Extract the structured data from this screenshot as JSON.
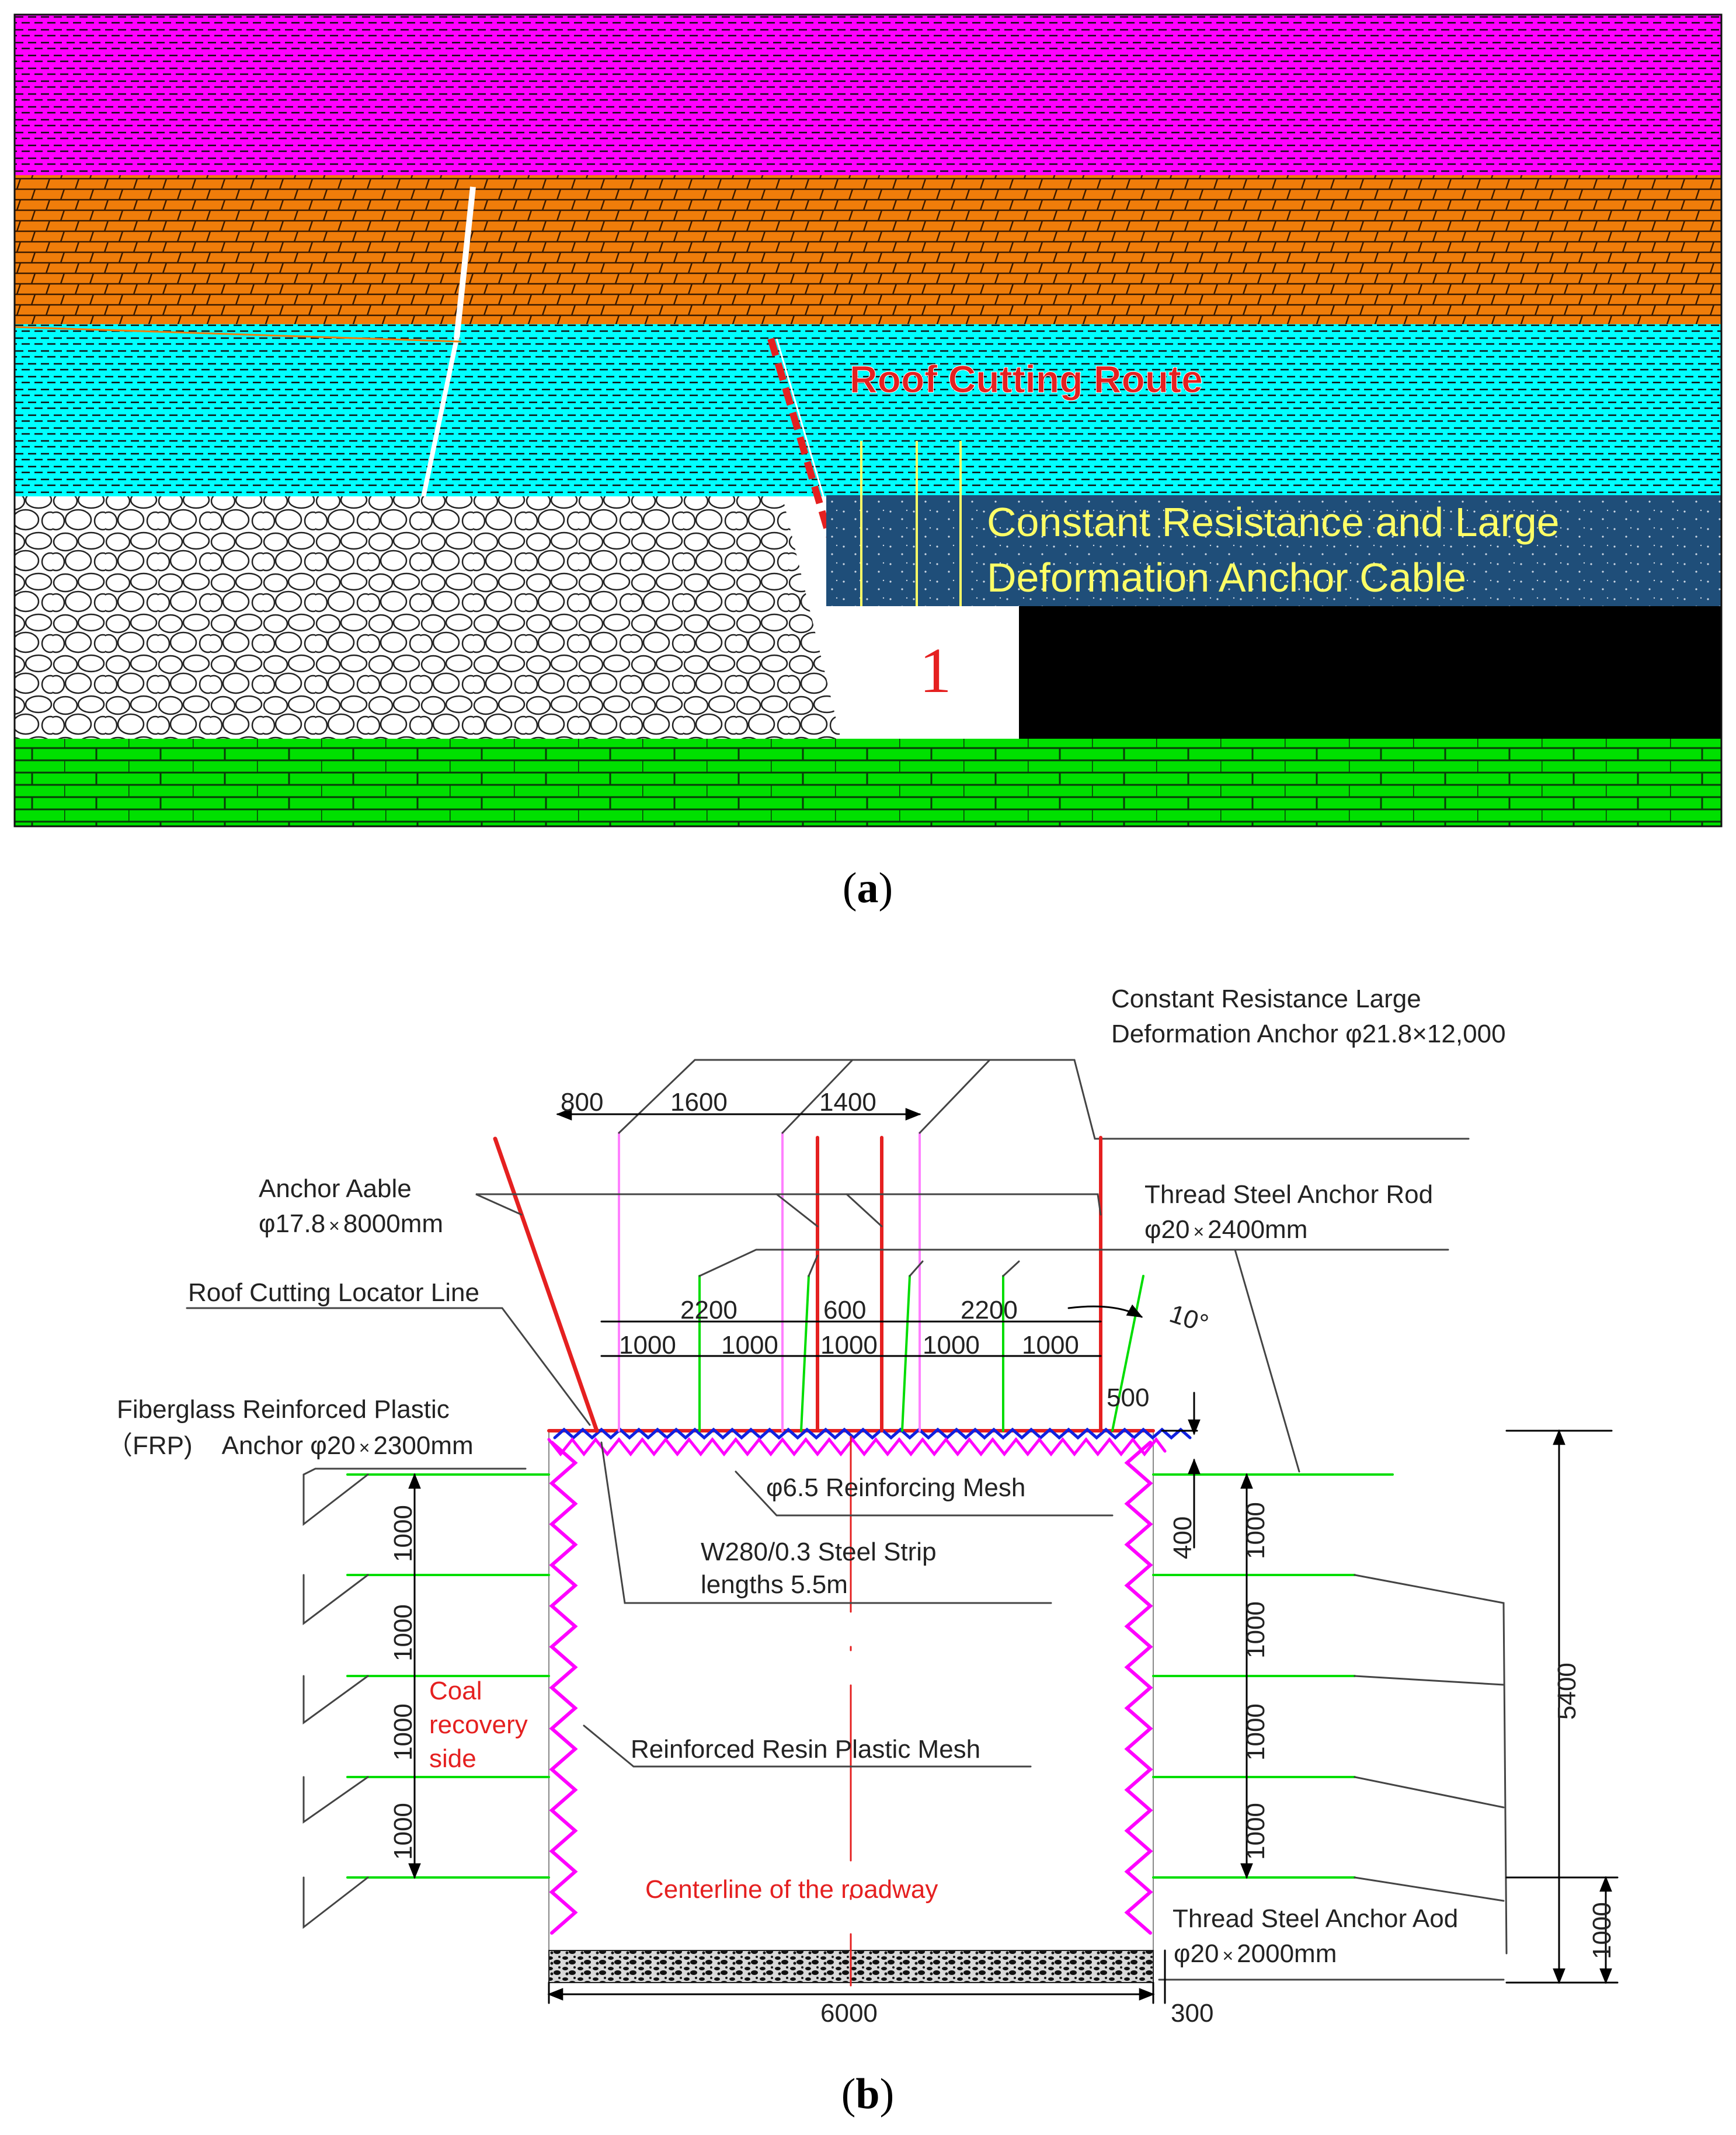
{
  "panel_a": {
    "caption": "a",
    "labels": {
      "roof_cutting_route": "Roof Cutting Route",
      "anchor_cable_line1": "Constant Resistance and Large",
      "anchor_cable_line2": "Deformation Anchor Cable",
      "roadway_number": "1"
    },
    "colors": {
      "top_stratum": "#ff00ff",
      "orange_stratum": "#f07d0a",
      "cyan_stratum": "#00ffff",
      "label_panel": "#1f4e79",
      "floor_stratum": "#00e000",
      "coal_seam": "#000000",
      "label_red": "#e52020",
      "label_yellow": "#ffff66"
    }
  },
  "panel_b": {
    "caption": "b",
    "callouts": {
      "crld_anchor_1": "Constant Resistance Large",
      "crld_anchor_2": "Deformation Anchor φ21.8×12,000",
      "anchor_cable_1": "Anchor Aable",
      "anchor_cable_2": "φ17.8",
      "anchor_cable_2b": "8000mm",
      "thread_rod_1": "Thread Steel Anchor Rod",
      "thread_rod_2": "φ20",
      "thread_rod_2b": "2400mm",
      "locator_line": "Roof Cutting Locator Line",
      "frp_1": "Fiberglass Reinforced Plastic",
      "frp_2": "（FRP)",
      "frp_3": "Anchor φ20",
      "frp_3b": "2300mm",
      "mesh": "φ6.5 Reinforcing Mesh",
      "strip_1": "W280/0.3 Steel Strip",
      "strip_2": "lengths 5.5m",
      "resin_mesh": "Reinforced Resin Plastic Mesh",
      "coal_1": "Coal",
      "coal_2": "recovery",
      "coal_3": "side",
      "centerline": "Centerline of the roadway",
      "floor_rod_1": "Thread Steel Anchor Aod",
      "floor_rod_2": "φ20",
      "floor_rod_2b": "2000mm",
      "times": "×",
      "angle": "10°"
    },
    "dimensions": {
      "d800": "800",
      "d1600": "1600",
      "d1400": "1400",
      "d2200a": "2200",
      "d600": "600",
      "d2200b": "2200",
      "d1000_a": "1000",
      "d1000_b": "1000",
      "d1000_c": "1000",
      "d1000_d": "1000",
      "d1000_e": "1000",
      "d500": "500",
      "d400": "400",
      "left_1000_1": "1000",
      "left_1000_2": "1000",
      "left_1000_3": "1000",
      "left_1000_4": "1000",
      "right_1000_1": "1000",
      "right_1000_2": "1000",
      "right_1000_3": "1000",
      "right_1000_4": "1000",
      "d5400": "5400",
      "d1000_right": "1000",
      "d6000": "6000",
      "d300": "300"
    }
  }
}
